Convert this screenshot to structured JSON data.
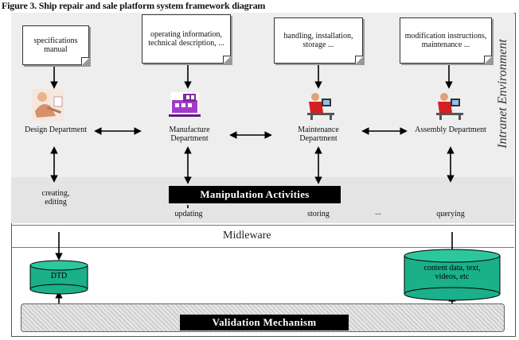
{
  "caption": "Figure 3. Ship repair and sale platform system framework diagram",
  "environment_label": "Intranet Environment",
  "documents": [
    {
      "text": "specifications manual"
    },
    {
      "text": "operating information, technical description, ..."
    },
    {
      "text": "handling, installation, storage ..."
    },
    {
      "text": "modification instructions, maintenance ..."
    }
  ],
  "departments": [
    {
      "name": "Design Department",
      "icon": "engineer-icon"
    },
    {
      "name": "Manufacture Department",
      "icon": "factory-icon"
    },
    {
      "name": "Maintenance Department",
      "icon": "worker-at-desk-icon"
    },
    {
      "name": "Assembly Department",
      "icon": "worker-at-desk-icon"
    }
  ],
  "manipulation": {
    "title": "Manipulation Activities",
    "ops": [
      "creating, editing",
      "updating",
      "storing",
      "...",
      "querying"
    ]
  },
  "middleware": "Midleware",
  "databases": [
    {
      "label": "DTD"
    },
    {
      "label": "content data, text, videos, etc"
    }
  ],
  "validation": "Validation Mechanism",
  "colors": {
    "database": "#1ab08a",
    "bar": "#000000"
  }
}
